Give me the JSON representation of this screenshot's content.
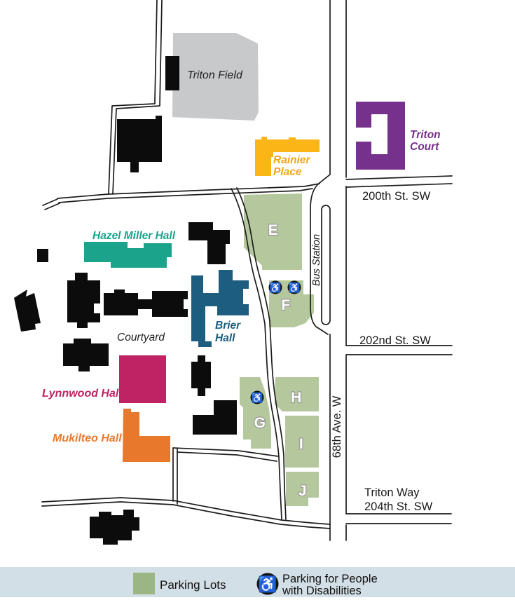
{
  "map": {
    "colors": {
      "parking_lot": "#b5c89d",
      "legend_swatch": "#9cb584",
      "legend_bar": "#d3dfe6",
      "field": "#c8c9cb",
      "rainier": "#fcb516",
      "rainier_label": "#f2a61b",
      "triton_court": "#76318c",
      "hazel": "#1ba38b",
      "brier": "#1d5d80",
      "lynnwood": "#bf2363",
      "mukilteo": "#e8792c",
      "building": "#0c0c0c",
      "road": "#1c1c1c",
      "icon_bg": "#111111"
    },
    "labels": {
      "triton_field": "Triton Field",
      "courtyard": "Courtyard",
      "hazel": "Hazel Miller Hall",
      "lynnwood": "Lynnwood Hall",
      "mukilteo": "Mukilteo Hall",
      "rainier_line1": "Rainier",
      "rainier_line2": "Place",
      "triton_court_line1": "Triton",
      "triton_court_line2": "Court",
      "brier_line1": "Brier",
      "brier_line2": "Hall"
    },
    "streets": {
      "st200": "200th St. SW",
      "st202": "202nd St. SW",
      "triton_way": "Triton Way",
      "st204": "204th St. SW",
      "ave68": "68th Ave. W",
      "bus_station": "Bus Station"
    },
    "lots": {
      "e": "E",
      "f": "F",
      "g": "G",
      "h": "H",
      "i": "I",
      "j": "J"
    },
    "icons": {
      "wheelchair_glyph": "♿"
    }
  },
  "legend": {
    "parking_label": "Parking Lots",
    "disability_line1": "Parking for People",
    "disability_line2": "with Disabilities"
  }
}
